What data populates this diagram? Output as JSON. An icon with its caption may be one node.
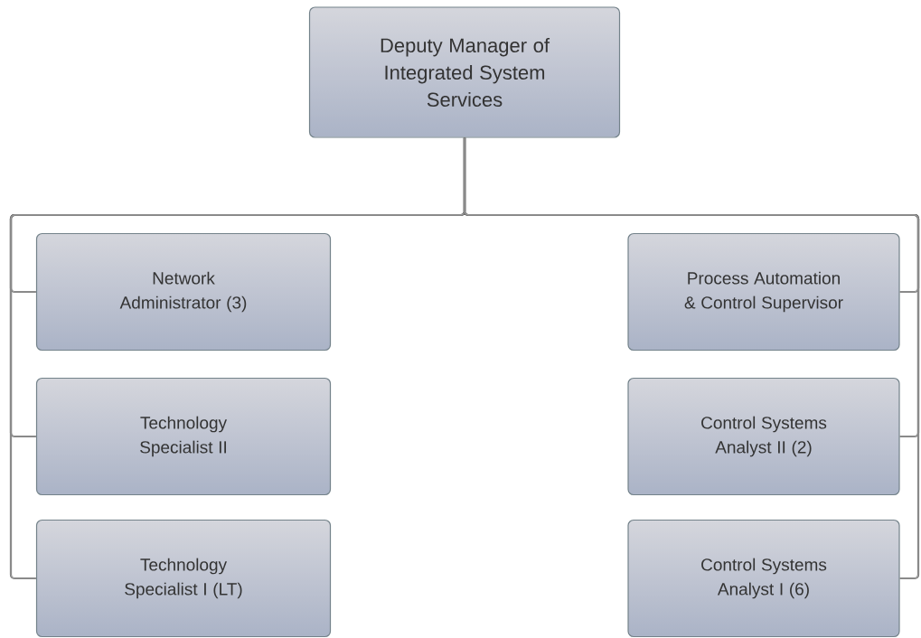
{
  "diagram": {
    "nodes": [
      {
        "text": [
          "Deputy Manager of Integrated System Services"
        ]
      },
      {
        "text": [
          "Network Administrator (3)"
        ]
      },
      {
        "text": [
          "Process Automation & Control Supervisor"
        ]
      },
      {
        "text": [
          "Technology Specialist II"
        ]
      },
      {
        "text": [
          "Control Systems Analyst II (2)"
        ]
      },
      {
        "text": [
          "Technology Specialist I (LT)"
        ]
      },
      {
        "text": [
          "Control Systems Analyst I (6)"
        ]
      }
    ],
    "edges": [
      {
        "from": 0,
        "to": 1,
        "arrow": "none"
      },
      {
        "from": 0,
        "to": 2,
        "arrow": "none"
      },
      {
        "from": 0,
        "to": 3,
        "arrow": "none"
      },
      {
        "from": 0,
        "to": 4,
        "arrow": "none"
      },
      {
        "from": 0,
        "to": 5,
        "arrow": "none"
      },
      {
        "from": 0,
        "to": 6,
        "arrow": "none"
      }
    ]
  }
}
